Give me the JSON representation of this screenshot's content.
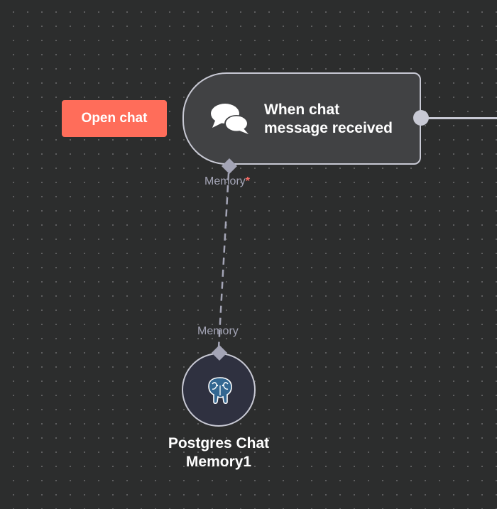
{
  "canvas": {
    "background": "#2c2d2d",
    "dot_color": "#6a6b6c"
  },
  "open_chat_button": {
    "label": "Open chat",
    "color": "#ff6d5a"
  },
  "trigger_node": {
    "label_line1": "When chat",
    "label_line2": "message received",
    "icon": "chat-bubbles-icon"
  },
  "ports": {
    "trigger_memory_label": "Memory",
    "trigger_memory_required": "*",
    "memory_node_port_label": "Memory"
  },
  "memory_node": {
    "label_line1": "Postgres Chat",
    "label_line2": "Memory1",
    "icon": "postgres-elephant-icon"
  },
  "colors": {
    "node_border": "#c8c9d4",
    "node_fill": "#414244",
    "port_label": "#a3a4b5",
    "required": "#f66b65",
    "accent": "#ff6d5a"
  }
}
